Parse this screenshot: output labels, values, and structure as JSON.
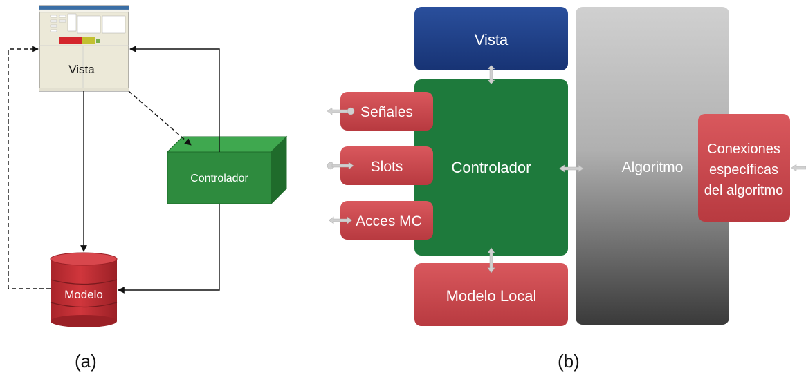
{
  "panel_a": {
    "caption": "(a)",
    "view_label": "Vista",
    "controller_label": "Controlador",
    "model_label": "Modelo"
  },
  "panel_b": {
    "caption": "(b)",
    "view_label": "Vista",
    "controller_label": "Controlador",
    "signals_label": "Señales",
    "slots_label": "Slots",
    "access_label": "Acces MC",
    "local_model_label": "Modelo Local",
    "algorithm_label": "Algoritmo",
    "connections_label": [
      "Conexiones",
      "específicas",
      "del algoritmo"
    ]
  },
  "colors": {
    "window_bg": "#ece9d8",
    "titlebar": "#3a6ea5",
    "green_front": "#2e8b3e",
    "green_dark": "#1f6b2b",
    "green_block": "#1e7a3c",
    "blue_block": "#1e3f8a",
    "red_block": "#c8444a",
    "gray_top": "#d0d0d0",
    "gray_bottom": "#3a3a3a",
    "arrow": "#111111",
    "double_arrow": "#cccccc"
  }
}
